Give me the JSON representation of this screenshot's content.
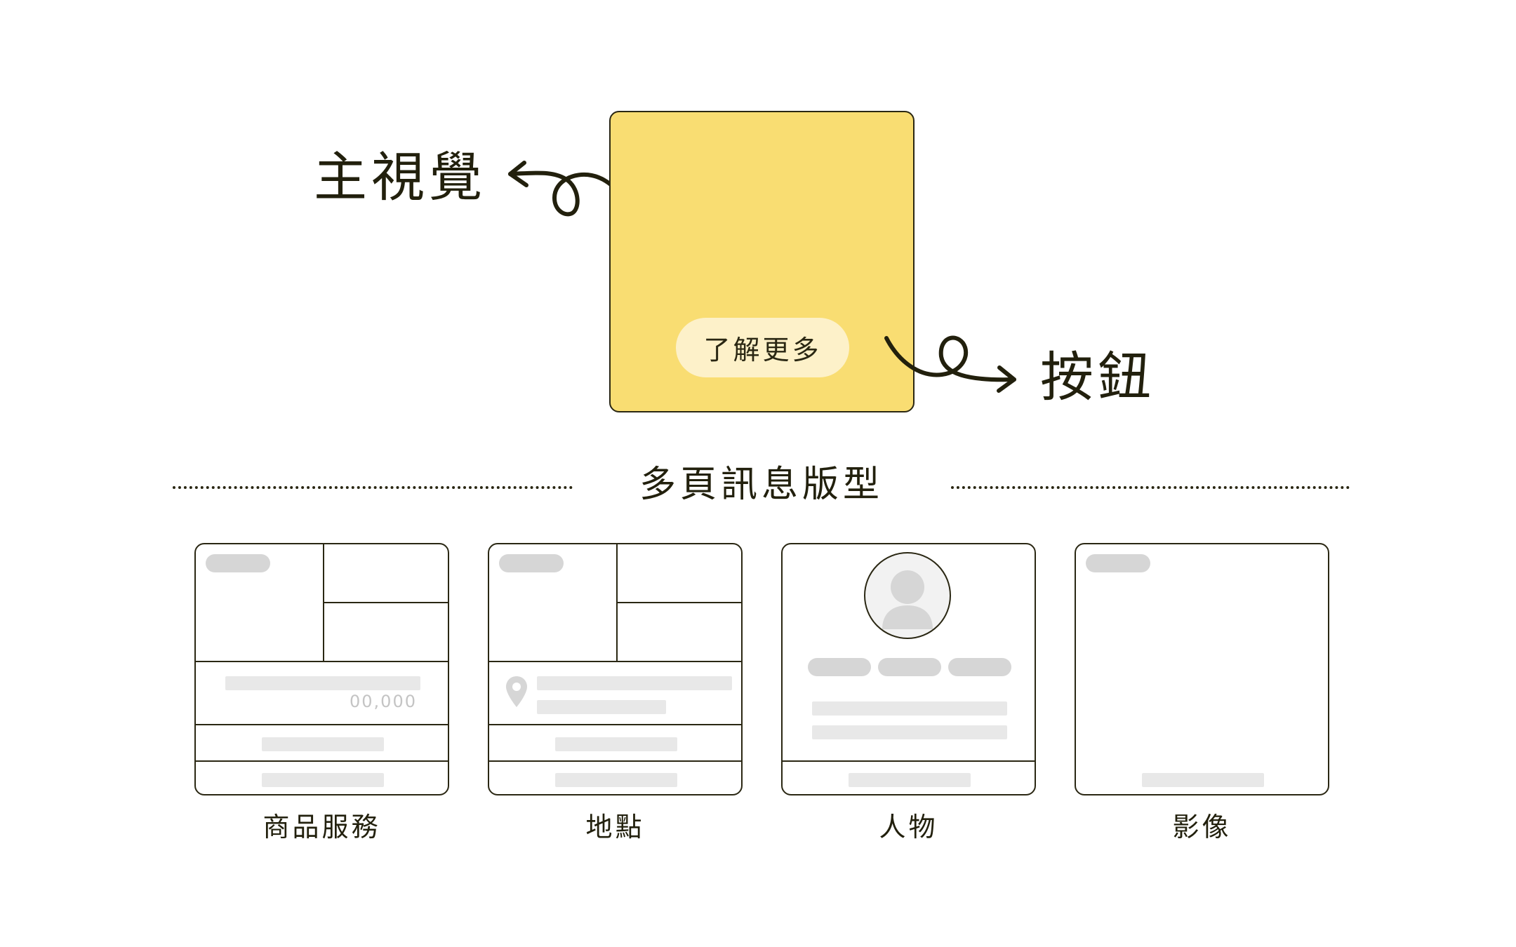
{
  "hero": {
    "visual_label": "主視覺",
    "button_label": "按鈕",
    "cta_text": "了解更多",
    "card_color": "#f9dd72",
    "cta_color": "#fdf1c9"
  },
  "section": {
    "title": "多頁訊息版型"
  },
  "templates": [
    {
      "label": "商品服務",
      "price_placeholder": "00,000"
    },
    {
      "label": "地點",
      "icon": "map-pin-icon"
    },
    {
      "label": "人物",
      "icon": "person-avatar-icon"
    },
    {
      "label": "影像"
    }
  ],
  "colors": {
    "ink": "#22200d",
    "placeholder_dark": "#d6d6d6",
    "placeholder_light": "#e8e8e8"
  }
}
